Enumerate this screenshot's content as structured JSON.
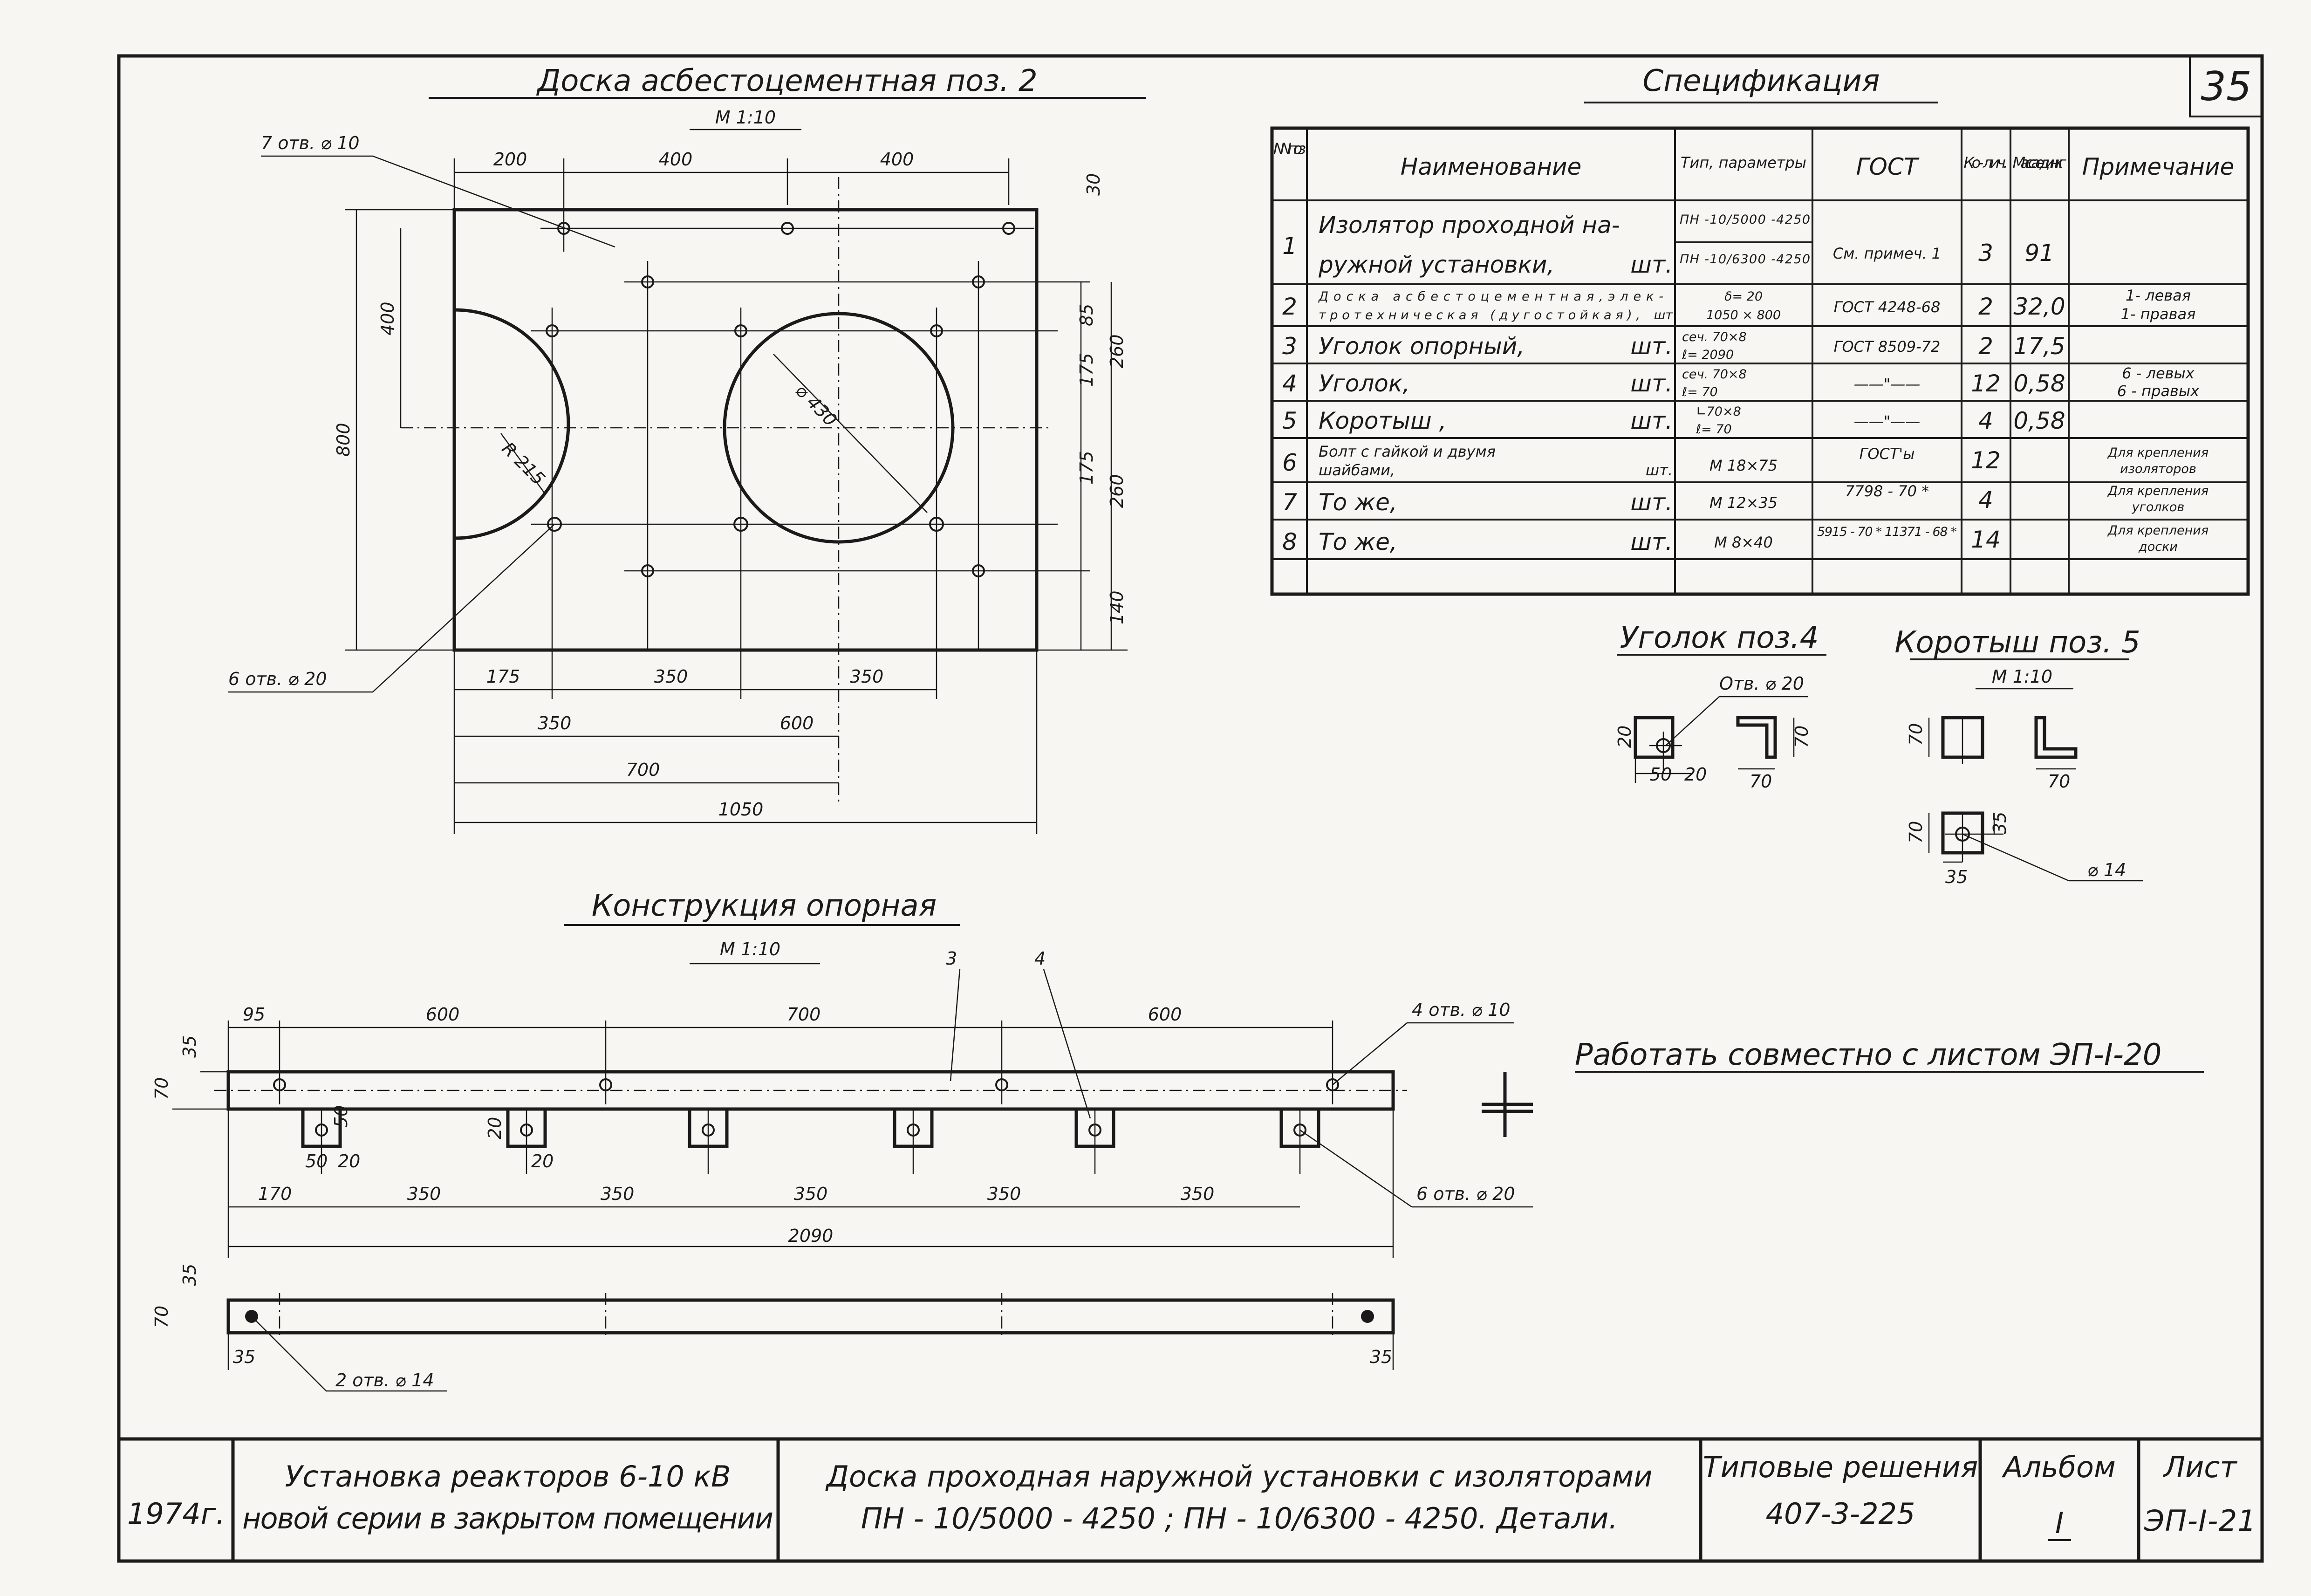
{
  "sheet": {
    "page_number": "35"
  },
  "board": {
    "title": "Доска асбестоцементная поз. 2",
    "scale": "М 1:10",
    "callout_top": "7 отв. ⌀ 10",
    "callout_bottom": "6 отв. ⌀ 20",
    "dims_top": [
      "200",
      "400",
      "400"
    ],
    "dim_top_right": "30",
    "dims_right": [
      "85",
      "175",
      "175",
      "260",
      "260",
      "140"
    ],
    "dims_left": [
      "400",
      "800"
    ],
    "dims_bottom": [
      "175",
      "350",
      "350",
      "350",
      "600",
      "700",
      "1050"
    ],
    "hole_diameter": "⌀ 430",
    "radius": "R 215"
  },
  "spec": {
    "title": "Спецификация",
    "headers": {
      "pos": "NN поз",
      "name": "Наименование",
      "type": "Тип, параметры",
      "gost": "ГОСТ",
      "qty": "Ко- лич.",
      "mass": "Масса един. кг",
      "note": "Примечание"
    },
    "rows": [
      {
        "pos": "1",
        "name_1": "Изолятор проходной на-",
        "name_2": "ружной установки,",
        "unit": "шт.",
        "type_1": "ПН -10/5000 -4250",
        "type_2": "ПН -10/6300 -4250",
        "gost": "См. примеч. 1",
        "qty": "3",
        "mass": "91",
        "note_1": "",
        "note_2": ""
      },
      {
        "pos": "2",
        "name_1": "Доска асбестоцементная,элек-",
        "name_2": "тротехническая (дугостойкая),",
        "unit": "шт",
        "type_1": "δ= 20",
        "type_2": "1050 × 800",
        "gost": "ГОСТ 4248-68",
        "qty": "2",
        "mass": "32,0",
        "note_1": "1- левая",
        "note_2": "1- правая"
      },
      {
        "pos": "3",
        "name_1": "Уголок опорный,",
        "name_2": "",
        "unit": "шт.",
        "type_1": "сеч. 70×8",
        "type_2": "ℓ= 2090",
        "gost": "ГОСТ 8509-72",
        "qty": "2",
        "mass": "17,5",
        "note_1": "",
        "note_2": ""
      },
      {
        "pos": "4",
        "name_1": "Уголок,",
        "name_2": "",
        "unit": "шт.",
        "type_1": "сеч. 70×8",
        "type_2": "ℓ= 70",
        "gost": "——\"——",
        "qty": "12",
        "mass": "0,58",
        "note_1": "6 - левых",
        "note_2": "6 - правых"
      },
      {
        "pos": "5",
        "name_1": "Коротыш ,",
        "name_2": "",
        "unit": "шт.",
        "type_1": "∟70×8",
        "type_2": "ℓ= 70",
        "gost": "——\"——",
        "qty": "4",
        "mass": "0,58",
        "note_1": "",
        "note_2": ""
      },
      {
        "pos": "6",
        "name_1": "Болт с гайкой и двумя",
        "name_2": "шайбами,",
        "unit": "шт.",
        "type_1": "М 18×75",
        "type_2": "",
        "gost": "ГОСТ'ы",
        "qty": "12",
        "mass": "",
        "note_1": "Для крепления",
        "note_2": "изоляторов"
      },
      {
        "pos": "7",
        "name_1": "То же,",
        "name_2": "",
        "unit": "шт.",
        "type_1": "М 12×35",
        "type_2": "",
        "gost": "7798 - 70 *",
        "qty": "4",
        "mass": "",
        "note_1": "Для крепления",
        "note_2": "уголков"
      },
      {
        "pos": "8",
        "name_1": "То же,",
        "name_2": "",
        "unit": "шт.",
        "type_1": "М 8×40",
        "type_2": "",
        "gost": "5915 - 70 *   11371 - 68 *",
        "qty": "14",
        "mass": "",
        "note_1": "Для крепления",
        "note_2": "доски"
      }
    ]
  },
  "angle4": {
    "title": "Уголок поз.4",
    "callout": "Отв. ⌀ 20",
    "dims": [
      "20",
      "50",
      "20",
      "70",
      "70"
    ]
  },
  "korotysh5": {
    "title": "Коротыш поз. 5",
    "scale": "М 1:10",
    "dims": [
      "70",
      "70",
      "70",
      "35",
      "35"
    ],
    "callout": "⌀ 14"
  },
  "support": {
    "title": "Конструкция опорная",
    "scale": "М 1:10",
    "leader_3": "3",
    "leader_4": "4",
    "dims_top": [
      "95",
      "600",
      "700",
      "600"
    ],
    "dims_left": [
      "35",
      "70"
    ],
    "small_dims": [
      "50",
      "50",
      "20",
      "20",
      "20"
    ],
    "dims_bottom": [
      "170",
      "350",
      "350",
      "350",
      "350",
      "350"
    ],
    "total": "2090",
    "callout_top": "4 отв. ⌀ 10",
    "callout_bottom": "6 отв. ⌀ 20",
    "bottom_callout": "2 отв. ⌀ 14",
    "bottom_dims": [
      "35",
      "70",
      "35",
      "35"
    ]
  },
  "note": "Работать совместно с листом ЭП-I-20",
  "stamp": {
    "year": "1974г.",
    "object_1": "Установка реакторов 6-10 кВ",
    "object_2": "новой серии в закрытом помещении",
    "desc_1": "Доска проходная наружной установки с изоляторами",
    "desc_2": "ПН - 10/5000 - 4250 ;  ПН - 10/6300 - 4250.   Детали.",
    "series_label": "Типовые решения",
    "series": "407-3-225",
    "album_label": "Альбом",
    "album": "I",
    "sheet_label": "Лист",
    "sheet": "ЭП-I-21"
  }
}
